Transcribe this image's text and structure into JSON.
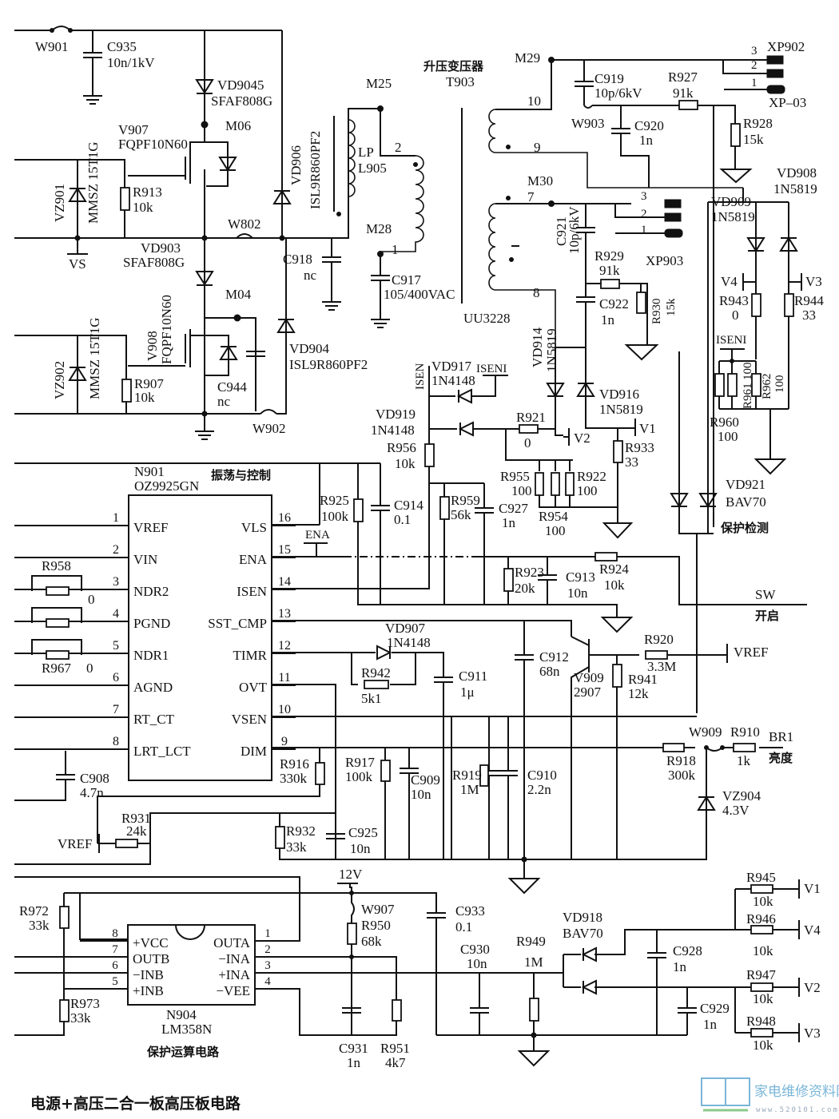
{
  "title": "电源+高压二合一板高压板电路",
  "watermark": {
    "site_name": "家电维修资料网",
    "url": "www.520101.com",
    "accent_color": "#7ab6d8",
    "url_highlight_color": "#e05050"
  },
  "colors": {
    "ink": "#111111",
    "background": "#ffffff"
  },
  "sections": {
    "oscillation_control": "振荡与控制",
    "boost_transformer": "升压变压器",
    "protection_detect": "保护检测",
    "protection_opamp": "保护运算电路",
    "sw_enable": "开启",
    "brightness": "亮度"
  },
  "ics": {
    "n901": {
      "ref": "N901",
      "part": "OZ9925GN",
      "left_pins": [
        {
          "num": "1",
          "name": "VREF"
        },
        {
          "num": "2",
          "name": "VIN"
        },
        {
          "num": "3",
          "name": "NDR2"
        },
        {
          "num": "4",
          "name": "PGND"
        },
        {
          "num": "5",
          "name": "NDR1"
        },
        {
          "num": "6",
          "name": "AGND"
        },
        {
          "num": "7",
          "name": "RT_CT"
        },
        {
          "num": "8",
          "name": "LRT_LCT"
        }
      ],
      "right_pins": [
        {
          "num": "16",
          "name": "VLS"
        },
        {
          "num": "15",
          "name": "ENA"
        },
        {
          "num": "14",
          "name": "ISEN"
        },
        {
          "num": "13",
          "name": "SST_CMP"
        },
        {
          "num": "12",
          "name": "TIMR"
        },
        {
          "num": "11",
          "name": "OVT"
        },
        {
          "num": "10",
          "name": "VSEN"
        },
        {
          "num": "9",
          "name": "DIM"
        }
      ]
    },
    "n904": {
      "ref": "N904",
      "part": "LM358N",
      "left_pins": [
        {
          "num": "8",
          "name": "+VCC"
        },
        {
          "num": "7",
          "name": "OUTB"
        },
        {
          "num": "6",
          "name": "−INB"
        },
        {
          "num": "5",
          "name": "+INB"
        }
      ],
      "right_pins": [
        {
          "num": "1",
          "name": "OUTA"
        },
        {
          "num": "2",
          "name": "−INA"
        },
        {
          "num": "3",
          "name": "+INA"
        },
        {
          "num": "4",
          "name": "−VEE"
        }
      ]
    }
  },
  "transformer": {
    "ref": "T903",
    "core": "UU3228",
    "pins": [
      "10",
      "9",
      "7",
      "8",
      "2",
      "1"
    ]
  },
  "inductor": {
    "ref": "L905",
    "type": "LP"
  },
  "connectors": {
    "xp902": {
      "ref": "XP902",
      "alt": "XP–03",
      "pins": [
        "3",
        "2",
        "1"
      ]
    },
    "xp903": {
      "ref": "XP903",
      "pins": [
        "3",
        "2",
        "1"
      ]
    }
  },
  "test_points": [
    "M06",
    "M04",
    "M25",
    "M28",
    "M29",
    "M30"
  ],
  "jumpers": [
    "W901",
    "W802",
    "W902",
    "W903",
    "W907",
    "W909"
  ],
  "transistors": [
    {
      "ref": "V907",
      "part": "FQPF10N60"
    },
    {
      "ref": "V908",
      "part": "FQPF10N60"
    },
    {
      "ref": "V909",
      "part": "2907"
    }
  ],
  "diodes": [
    {
      "ref": "VD9045",
      "part": "SFAF808G"
    },
    {
      "ref": "VD903",
      "part": "SFAF808G"
    },
    {
      "ref": "VD906",
      "part": "ISL9R860PF2"
    },
    {
      "ref": "VD904",
      "part": "ISL9R860PF2"
    },
    {
      "ref": "VZ901",
      "part": "MMSZ 15T1G"
    },
    {
      "ref": "VZ902",
      "part": "MMSZ 15T1G"
    },
    {
      "ref": "VD908",
      "part": "1N5819"
    },
    {
      "ref": "VD909",
      "part": "1N5819"
    },
    {
      "ref": "VD914",
      "part": "1N5819"
    },
    {
      "ref": "VD916",
      "part": "1N5819"
    },
    {
      "ref": "VD917",
      "part": "1N4148"
    },
    {
      "ref": "VD919",
      "part": "1N4148"
    },
    {
      "ref": "VD907",
      "part": "1N4148"
    },
    {
      "ref": "VD921",
      "part": "BAV70"
    },
    {
      "ref": "VD918",
      "part": "BAV70"
    },
    {
      "ref": "VZ904",
      "part": "4.3V"
    }
  ],
  "capacitors": [
    {
      "ref": "C935",
      "value": "10n/1kV"
    },
    {
      "ref": "C918",
      "value": "nc"
    },
    {
      "ref": "C917",
      "value": "105/400VAC"
    },
    {
      "ref": "C944",
      "value": "nc"
    },
    {
      "ref": "C919",
      "value": "10p/6kV"
    },
    {
      "ref": "C920",
      "value": "1n"
    },
    {
      "ref": "C921",
      "value": "10p/6kV"
    },
    {
      "ref": "C922",
      "value": "1n"
    },
    {
      "ref": "C914",
      "value": "0.1"
    },
    {
      "ref": "C927",
      "value": "1n"
    },
    {
      "ref": "C913",
      "value": "10n"
    },
    {
      "ref": "C911",
      "value": "1μ"
    },
    {
      "ref": "C912",
      "value": "68n"
    },
    {
      "ref": "C908",
      "value": "4.7n"
    },
    {
      "ref": "C909",
      "value": "10n"
    },
    {
      "ref": "C910",
      "value": "2.2n"
    },
    {
      "ref": "C925",
      "value": "10n"
    },
    {
      "ref": "C933",
      "value": "0.1"
    },
    {
      "ref": "C930",
      "value": "10n"
    },
    {
      "ref": "C928",
      "value": "1n"
    },
    {
      "ref": "C929",
      "value": "1n"
    },
    {
      "ref": "C931",
      "value": "1n"
    }
  ],
  "resistors": [
    {
      "ref": "R913",
      "value": "10k"
    },
    {
      "ref": "R907",
      "value": "10k"
    },
    {
      "ref": "R927",
      "value": "91k"
    },
    {
      "ref": "R928",
      "value": "15k"
    },
    {
      "ref": "R929",
      "value": "91k"
    },
    {
      "ref": "R930",
      "value": "15k"
    },
    {
      "ref": "R943",
      "value": "0"
    },
    {
      "ref": "R944",
      "value": "33"
    },
    {
      "ref": "R960",
      "value": "100"
    },
    {
      "ref": "R961",
      "value": "100"
    },
    {
      "ref": "R962",
      "value": "100"
    },
    {
      "ref": "R921",
      "value": "0"
    },
    {
      "ref": "R933",
      "value": "33"
    },
    {
      "ref": "R956",
      "value": "10k"
    },
    {
      "ref": "R955",
      "value": "100"
    },
    {
      "ref": "R954",
      "value": "100"
    },
    {
      "ref": "R922",
      "value": "100"
    },
    {
      "ref": "R925",
      "value": "100k"
    },
    {
      "ref": "R959",
      "value": "56k"
    },
    {
      "ref": "R923",
      "value": "20k"
    },
    {
      "ref": "R924",
      "value": "10k"
    },
    {
      "ref": "R958",
      "value": "0"
    },
    {
      "ref": "R967",
      "value": "0"
    },
    {
      "ref": "R920",
      "value": "3.3M"
    },
    {
      "ref": "R941",
      "value": "12k"
    },
    {
      "ref": "R942",
      "value": "5k1"
    },
    {
      "ref": "R916",
      "value": "330k"
    },
    {
      "ref": "R917",
      "value": "100k"
    },
    {
      "ref": "R919",
      "value": "1M"
    },
    {
      "ref": "R918",
      "value": "300k"
    },
    {
      "ref": "R910",
      "value": "1k"
    },
    {
      "ref": "R931",
      "value": "24k"
    },
    {
      "ref": "R932",
      "value": "33k"
    },
    {
      "ref": "R972",
      "value": "33k"
    },
    {
      "ref": "R973",
      "value": "33k"
    },
    {
      "ref": "R950",
      "value": "68k"
    },
    {
      "ref": "R951",
      "value": "4k7"
    },
    {
      "ref": "R949",
      "value": "1M"
    },
    {
      "ref": "R945",
      "value": "10k"
    },
    {
      "ref": "R946",
      "value": "10k"
    },
    {
      "ref": "R947",
      "value": "10k"
    },
    {
      "ref": "R948",
      "value": "10k"
    }
  ],
  "net_labels": {
    "vs": "VS",
    "isen": "ISEN",
    "iseni": "ISENI",
    "ena": "ENA",
    "vref": "VREF",
    "sw": "SW",
    "br1": "BR1",
    "v12": "12V",
    "v1": "V1",
    "v2": "V2",
    "v3": "V3",
    "v4": "V4"
  }
}
